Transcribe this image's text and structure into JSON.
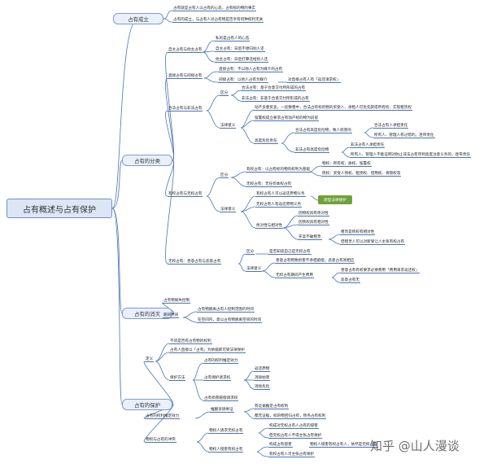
{
  "root": "占有概述与占有保护",
  "main": {
    "b1": "占有成立",
    "b2": "占有的分类",
    "b3": "占有的消灭",
    "b4": "占有的保护"
  },
  "nodes": {
    "c1a": "占有就是占有人以占有的心态，占有标的物的事实",
    "c1b": "占有的成立，与占有人对占有物是否享有何种权利无关",
    "c2a": "自主占有与他主占有",
    "c2a1": "私的是占有人的心态",
    "c2a2": "自主占有：日后不想归别人还",
    "c2a3": "他主占有：日后打算还给别人还",
    "c2b": "直接占有与间接占有",
    "c2b1": "直接占有：不以他人占有为媒介的占有",
    "c2b2": "间接占有：以他人占有为媒介",
    "c2b3": "对直接占有人有「返还请求权」",
    "c2c": "合法占有与非法占有",
    "c2c1": "区分",
    "c2c1a": "合法占有：基于合意交付所形成的占有",
    "c2c1b": "非法占有：非基于合意交付所形成的占有",
    "c2c2": "法律意义",
    "c2c2a": "动产多重买卖，一房数租中，合法占有标的物的买受人、承租人可优先获得所有权、实现租赁权",
    "c2c2b": "留置权成立要求占有动产标的物为前提",
    "c2c2c": "高度危险责任",
    "c2c2c1": "合法占有高度危险物，致人损害的",
    "c2c2c1a": "合法占有人承担责任",
    "c2c2c1b": "所有人、管理人有过错的，连带责任",
    "c2c2c2": "非法占有高度危险物",
    "c2c2c2a": "非法占有人承担责任",
    "c2c2c2b": "所有人、管理人不能证明对防止非法占有尽到高度注意义务的，连带责任",
    "c2d": "有权占有与无权占有",
    "c2d1": "区分",
    "c2d1a": "有权占有：以占有标的物的权利为基础",
    "c2d1a1": "物权：所有权、质权、留置权",
    "c2d1a2": "债权：买受人债权、租赁权、借用权、保管权等",
    "c2d1b": "无权占有：无任何本权占有",
    "c2d2": "法律意义",
    "c2d2a": "有权占有人可以返还原物义务",
    "c2d2b": "无权占有人有返还原物义务",
    "c2d2c": "绝对性与相对性",
    "c2d2c1": "因物权具有绝对性",
    "c2d2c2": "因债权具有相对性",
    "c2d2c3": "买卖不破租赁",
    "c2d2c3a": "租赁是债权有相对性",
    "c2d2c3b": "但租赁人可以对新受让人主张有权占有",
    "c2e": "无权占有：善意占有与恶意占有",
    "c2e1": "区分",
    "c2e1a": "是否知道自己是无权占有",
    "c2e2": "法律意义",
    "c2e2a": "善意占有物致损害不承担赔偿，恶意占有则相应",
    "c2e2b": "无权占有期间产生费用",
    "c2e2b1": "善意占有有权要求必要费用「费用请求返还权」",
    "c2e2b2": "恶意占有无",
    "tag": "新型法律保护",
    "c3a": "占有物毁失控制",
    "c3b": "期间时间",
    "c3b1": "占有物脱离占有人控制范围的时间",
    "c3b2": "在空间内，意以占有物脱离空间的时间",
    "c4a": "定义",
    "c4a1": "不问是否有占有物的权利",
    "c4a2": "占有人直接以「占有」为依据即可受法律保护",
    "c4b": "保护方法",
    "c4b1": "占有的权利推定效力",
    "c4b2": "占有保护请求权",
    "c4b2a": "返还原物",
    "c4b2b": "消除妨害",
    "c4b2c": "消除危险",
    "c4b3": "占有损害赔偿请求权",
    "c4c": "占有的权利推定效力",
    "c4c1": "推翻诉请举证",
    "c4c1a": "有证据推定占有权利",
    "c4c1b": "都无证据，标的物回归占有，债务占有权利",
    "c4d": "物权与占有的冲突",
    "c4d1": "物权人请求无权占有",
    "c4d1a": "构成对无权占有人占有的侵害",
    "c4d1b": "但无权占有人不得主张占有保护",
    "c4d2": "物权人侵害有权占有",
    "c4d2a": "构成占有侵害",
    "c4d2b": "物权人侵害有权占有人，依然是无权占有",
    "c4d2c": "有权占有人可主张占有保护"
  },
  "watermark": "知乎 @山人漫谈"
}
